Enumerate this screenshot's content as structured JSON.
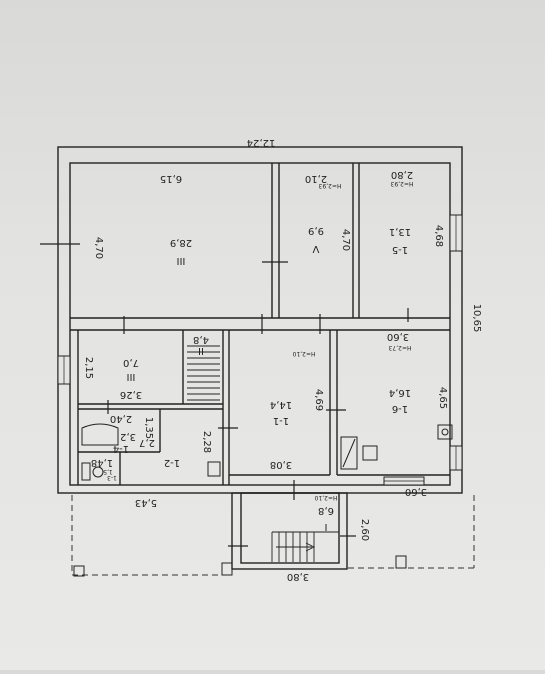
{
  "overall": {
    "width": "12,24",
    "depth": "10,65"
  },
  "rooms": [
    {
      "id": "III_large",
      "number": "III",
      "area": "28,9",
      "dims": [
        "6,15",
        "4,70"
      ]
    },
    {
      "id": "V",
      "number": "V",
      "area": "9,9",
      "dims": [
        "2,10",
        "4,70"
      ],
      "height": "H=2,93"
    },
    {
      "id": "1-5",
      "number": "1-5",
      "area": "13,1",
      "dims": [
        "2,80",
        "4,68"
      ],
      "height": "H=2,93"
    },
    {
      "id": "II",
      "number": "II",
      "area": "4,8"
    },
    {
      "id": "III_small",
      "number": "III",
      "area": "7,0",
      "dims": [
        "3,26",
        "2,15"
      ]
    },
    {
      "id": "1-1",
      "number": "1-1",
      "area": "14,4",
      "dims": [
        "3,08",
        "4,69"
      ],
      "height": "H=2,10"
    },
    {
      "id": "1-6",
      "number": "1-6",
      "area": "16,4",
      "dims": [
        "3,60",
        "4,65"
      ],
      "height": "H=2,73"
    },
    {
      "id": "1-2",
      "number": "1-2",
      "area": "2,7",
      "dims": [
        "2,28"
      ]
    },
    {
      "id": "1-4",
      "number": "1-4",
      "area": "3,2",
      "dims": [
        "2,40",
        "1,35"
      ]
    },
    {
      "id": "1-3",
      "number": "1-3",
      "area": "1,5",
      "dims": [
        "1,48"
      ]
    },
    {
      "id": "I",
      "number": "I",
      "area": "6,8",
      "dims": [
        "3,80",
        "2,60"
      ],
      "height": "H=2,10"
    }
  ],
  "dims_extra": {
    "left_bottom": "5,43",
    "right_bottom": "3,60"
  }
}
